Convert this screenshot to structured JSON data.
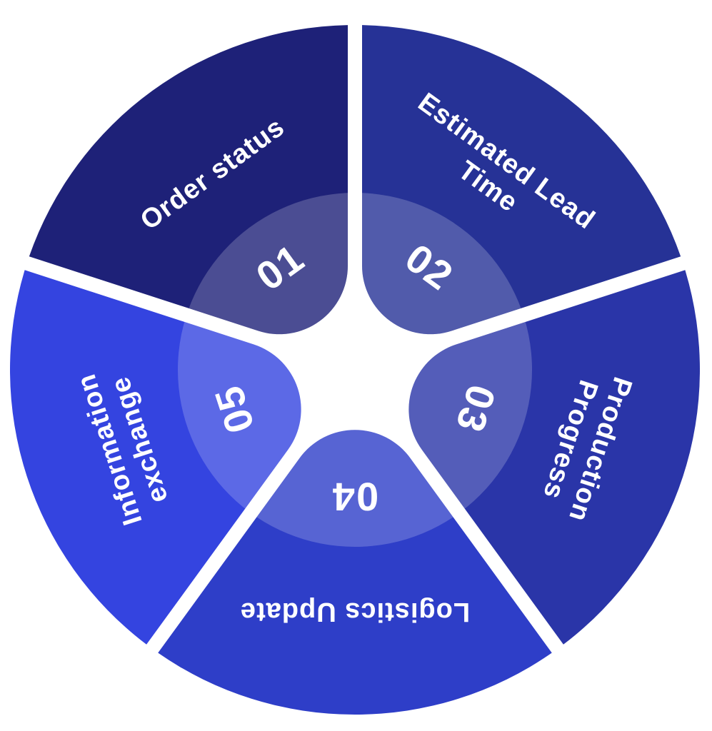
{
  "diagram": {
    "segments": [
      {
        "number": "01",
        "label_lines": [
          "Order status"
        ],
        "color": "#1e2178"
      },
      {
        "number": "02",
        "label_lines": [
          "Estimated Lead",
          "Time"
        ],
        "color": "#263296"
      },
      {
        "number": "03",
        "label_lines": [
          "Production",
          "Progress"
        ],
        "color": "#2a35a8"
      },
      {
        "number": "04",
        "label_lines": [
          "Logistics Update"
        ],
        "color": "#2e3ec8"
      },
      {
        "number": "05",
        "label_lines": [
          "Information",
          "exchange"
        ],
        "color": "#3444e0"
      }
    ],
    "inner_ring_color": "#ffffff"
  }
}
